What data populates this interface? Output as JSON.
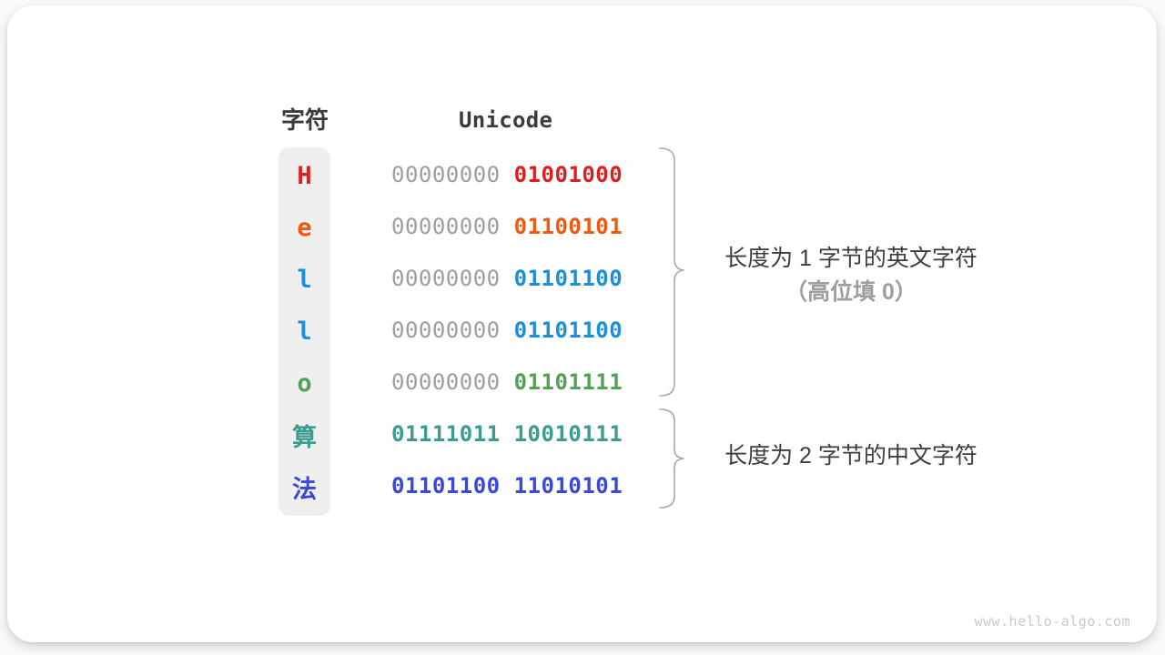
{
  "page": {
    "watermark": "www.hello-algo.com"
  },
  "colors": {
    "heading": "#3b3b3b",
    "muted_binary": "#9e9e9e",
    "annotation_text": "#3d3d3d",
    "annotation_muted": "#9e9e9e",
    "brace": "#a9a9a9",
    "char_column_bg": "#efeff0",
    "watermark": "#c9c9c9"
  },
  "table": {
    "headers": {
      "char": "字符",
      "unicode": "Unicode"
    },
    "rows": [
      {
        "char": "H",
        "color": "#e01e1e",
        "byte1": "00000000",
        "byte2": "01001000"
      },
      {
        "char": "e",
        "color": "#ee5a0e",
        "byte1": "00000000",
        "byte2": "01100101"
      },
      {
        "char": "l",
        "color": "#1b8fd9",
        "byte1": "00000000",
        "byte2": "01101100"
      },
      {
        "char": "l",
        "color": "#1b8fd9",
        "byte1": "00000000",
        "byte2": "01101100"
      },
      {
        "char": "o",
        "color": "#53a253",
        "byte1": "00000000",
        "byte2": "01101111"
      },
      {
        "char": "算",
        "color": "#3a9d8f",
        "byte1": "01111011",
        "byte2": "10010111"
      },
      {
        "char": "法",
        "color": "#3a48d8",
        "byte1": "01101100",
        "byte2": "11010101"
      }
    ]
  },
  "annotations": {
    "english": {
      "line1": "长度为 1 字节的英文字符",
      "line2": "（高位填 0）"
    },
    "chinese": {
      "line1": "长度为 2 字节的中文字符"
    }
  }
}
